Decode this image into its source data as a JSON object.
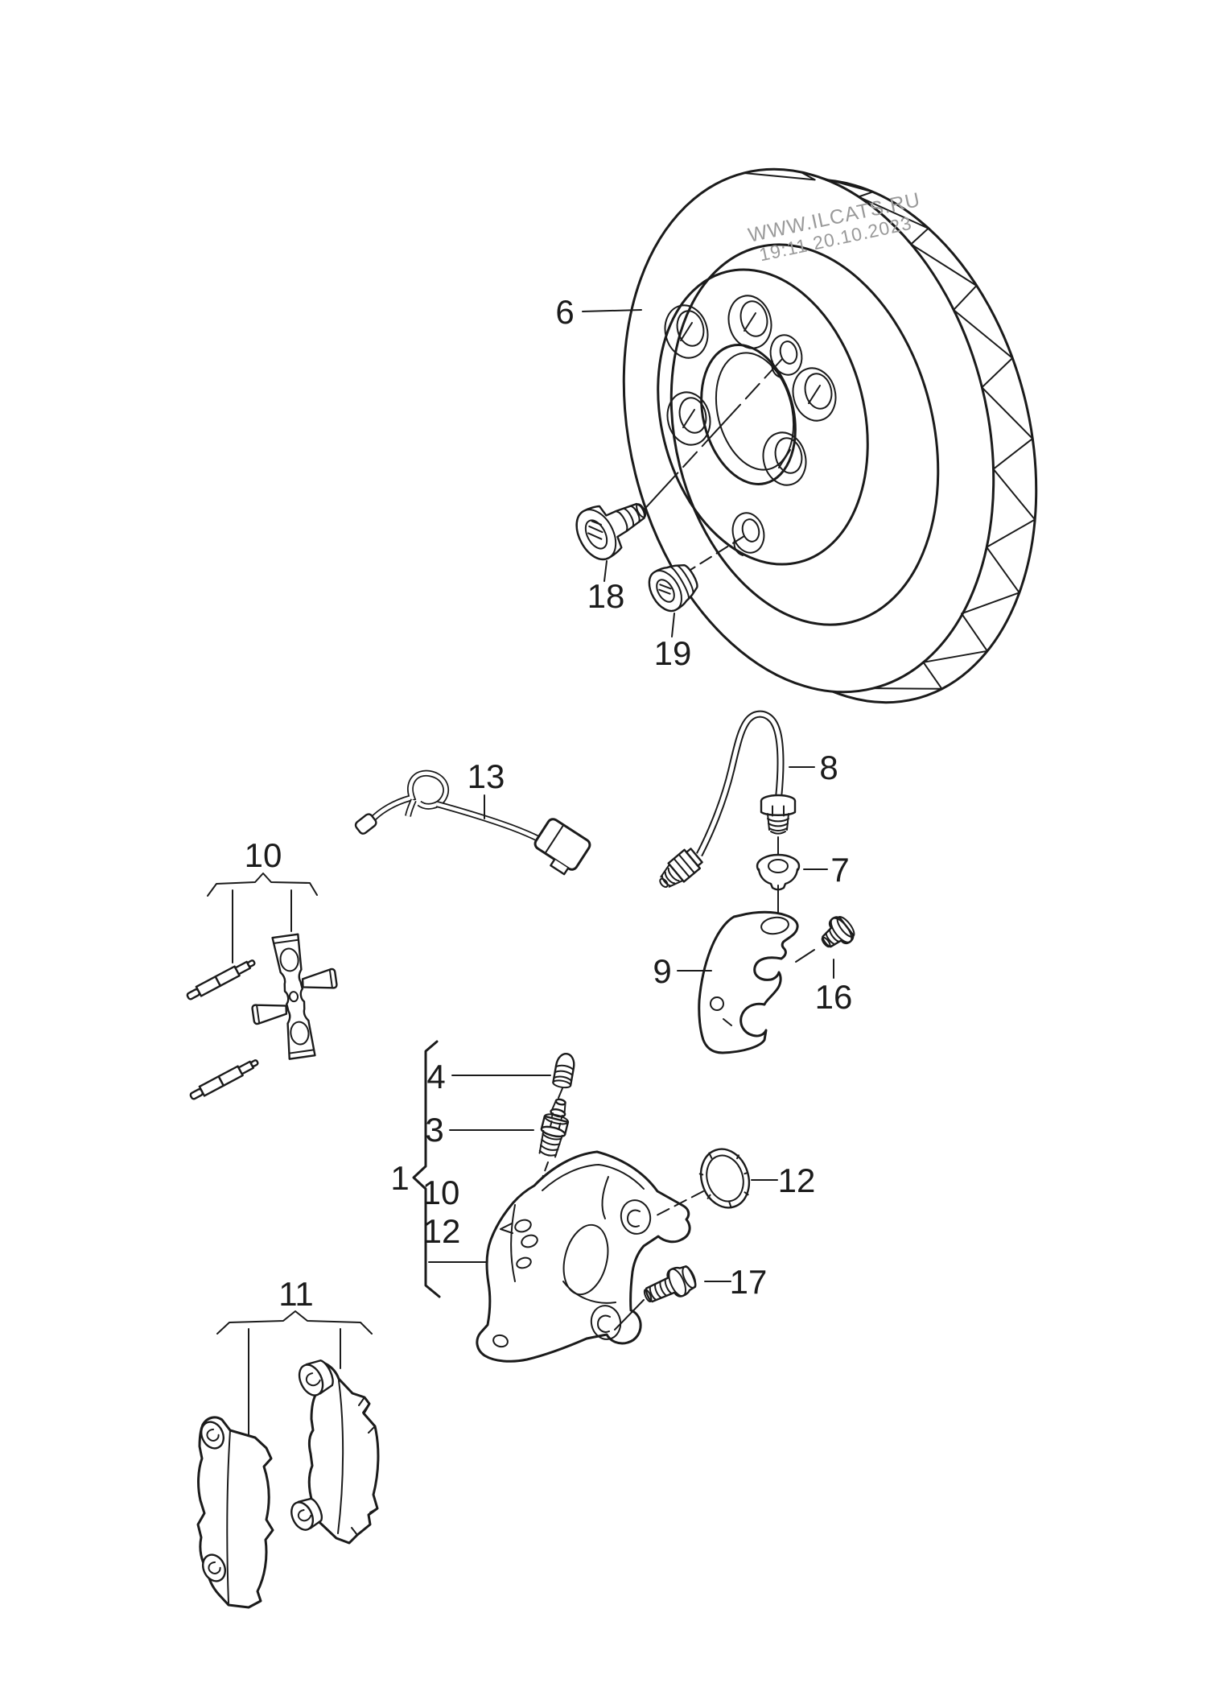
{
  "watermark": {
    "line1": "WWW.ILCATS.RU",
    "line2": "19:11 20.10.2023"
  },
  "colors": {
    "line": "#1b1b1b",
    "watermark": "#9a9a9a",
    "background": "#ffffff"
  },
  "callouts": {
    "disc": "6",
    "disc_bolt": "18",
    "plug_bolt": "19",
    "speed_sensor": "13",
    "brake_hose": "8",
    "clip": "7",
    "bracket": "9",
    "bracket_bolt": "16",
    "retainer_kit": "10",
    "caliper_assembly": "1",
    "dust_cap": "4",
    "bleeder_valve": "3",
    "kit_retainer": "10",
    "kit_seal": "12",
    "seal_ring": "12",
    "caliper_bolt": "17",
    "brake_pads": "11"
  }
}
